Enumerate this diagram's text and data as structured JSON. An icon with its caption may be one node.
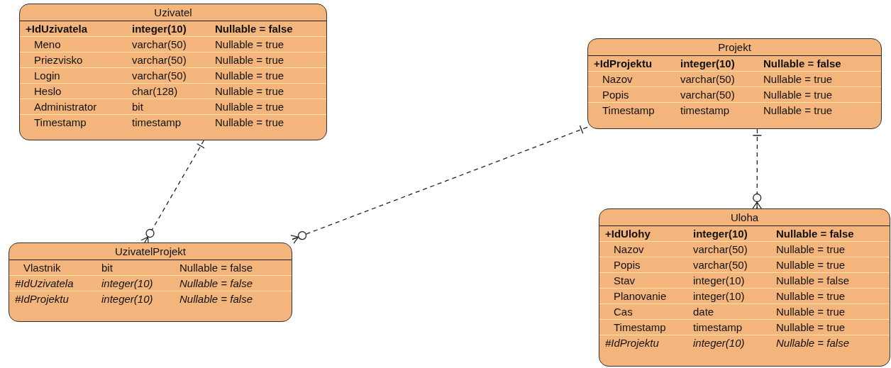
{
  "diagram": {
    "nodes": [
      {
        "text": [
          "Uzivatel",
          "+IdUzivatela",
          "integer(10)",
          "Nullable = false",
          "Meno",
          "varchar(50)",
          "Nullable = true",
          "Priezvisko",
          "varchar(50)",
          "Nullable = true",
          "Login",
          "varchar(50)",
          "Nullable = true",
          "Heslo",
          "char(128)",
          "Nullable = true",
          "Administrator",
          "bit",
          "Nullable = true",
          "Timestamp",
          "timestamp",
          "Nullable = true"
        ]
      },
      {
        "text": [
          "Projekt",
          "+IdProjektu",
          "integer(10)",
          "Nullable = false",
          "Nazov",
          "varchar(50)",
          "Nullable = true",
          "Popis",
          "varchar(50)",
          "Nullable = true",
          "Timestamp",
          "timestamp",
          "Nullable = true"
        ]
      },
      {
        "text": [
          "UzivatelProjekt",
          "Vlastnik",
          "bit",
          "Nullable = false",
          "#IdUzivatela",
          "integer(10)",
          "Nullable = false",
          "#IdProjektu",
          "integer(10)",
          "Nullable = false"
        ]
      },
      {
        "text": [
          "Uloha",
          "+IdUlohy",
          "integer(10)",
          "Nullable = false",
          "Nazov",
          "varchar(50)",
          "Nullable = true",
          "Popis",
          "varchar(50)",
          "Nullable = true",
          "Stav",
          "integer(10)",
          "Nullable = false",
          "Planovanie",
          "integer(10)",
          "Nullable = true",
          "Cas",
          "date",
          "Nullable = true",
          "Timestamp",
          "timestamp",
          "Nullable = true",
          "#IdProjektu",
          "integer(10)",
          "Nullable = false"
        ]
      }
    ],
    "edges": [
      {
        "from": 0,
        "to": 2,
        "arrow": "other",
        "style": "dashed"
      },
      {
        "from": 1,
        "to": 2,
        "arrow": "other",
        "style": "dashed"
      },
      {
        "from": 1,
        "to": 3,
        "arrow": "other",
        "style": "dashed"
      }
    ]
  }
}
